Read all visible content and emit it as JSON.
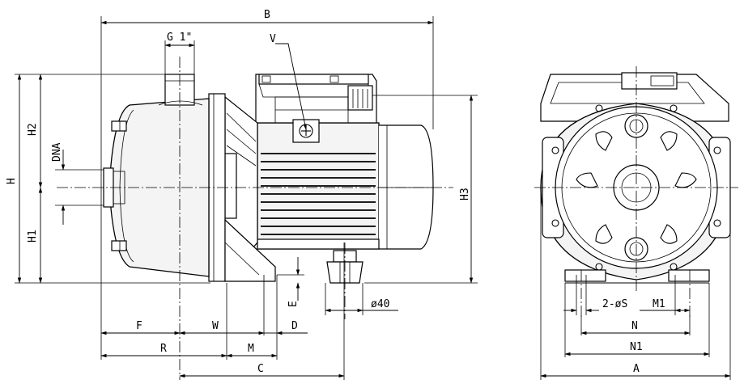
{
  "dimensions": {
    "B": "B",
    "G": "G 1\"",
    "V": "V",
    "H": "H",
    "H1": "H1",
    "H2": "H2",
    "H3": "H3",
    "DNA": "DNA",
    "F": "F",
    "W": "W",
    "D": "D",
    "R": "R",
    "M": "M",
    "C": "C",
    "E": "E",
    "d40": "ø40",
    "S": "2-øS",
    "M1": "M1",
    "N": "N",
    "N1": "N1",
    "A": "A"
  }
}
